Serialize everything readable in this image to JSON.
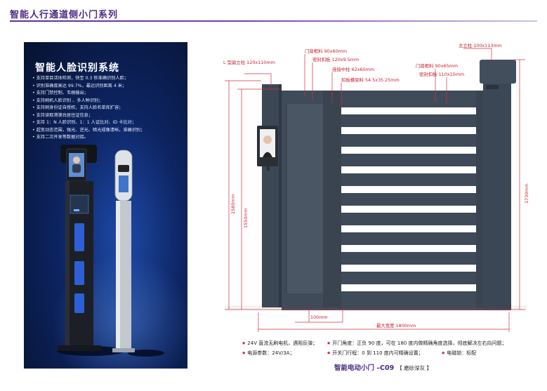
{
  "page": {
    "title": "智能人行通道侧小门系列"
  },
  "promo": {
    "title": "智能人脸识别系统",
    "features": [
      "• 支持单目活体检测，快至 0.3 秒准确识别人脸；",
      "• 识别准确度高达 99.7%，最远识别距离 4 米；",
      "• 支持门禁控制、韦根输出；",
      "• 支持刷机人脸识别 、多人种识别；",
      "• 支持刷身份证自授权，支持人脸名单库扩容；",
      "• 支持读取港澳台居住证信息；",
      "• 支持 1：N 人脸识别、1：1 人证比对、ID 卡比对；",
      "• 超宽动态范围，强光、逆光、暗光成像清晰，准确识别；",
      "• 支持二次开发等数据对接。"
    ]
  },
  "diagram": {
    "labels": {
      "l_post": "L 型副立柱 120x110mm",
      "door_frame": "门扇框料 90x60mm",
      "seal_cap_1": "密封扣板 120x9.5mm",
      "connect_post": "连接中柱 62x60mm",
      "cap_beam": "扣板横梁料 54.5x35.25mm",
      "door_frame_2": "门扇框料 90x65mm",
      "seal_cap_2": "密封扣板 110x10mm",
      "main_post": "主立柱 100x113mm",
      "height_1580": "1580mm",
      "height_1550": "1550mm",
      "height_1730": "1730mm",
      "gap_100": "100mm",
      "max_width": "最大宽度 1800mm"
    }
  },
  "specs": {
    "items": [
      "24V 直流无刷电机，遇阻反弹；",
      "开门角度：正负 90 度，可在 180 度内做精确角度选择，彻底解决左右向问题；",
      "电源参数：24V/3A；",
      "开关门行程：0 到 110 度内可精确设置；",
      "电磁锁：标配"
    ],
    "product_name": "智能电动小门 –C09",
    "product_color": "【 磨砂深灰 】"
  },
  "colors": {
    "accent": "#4a2a86",
    "dimension": "#c8202e",
    "gate": "#3f4a58",
    "slat": "#ffffff"
  }
}
